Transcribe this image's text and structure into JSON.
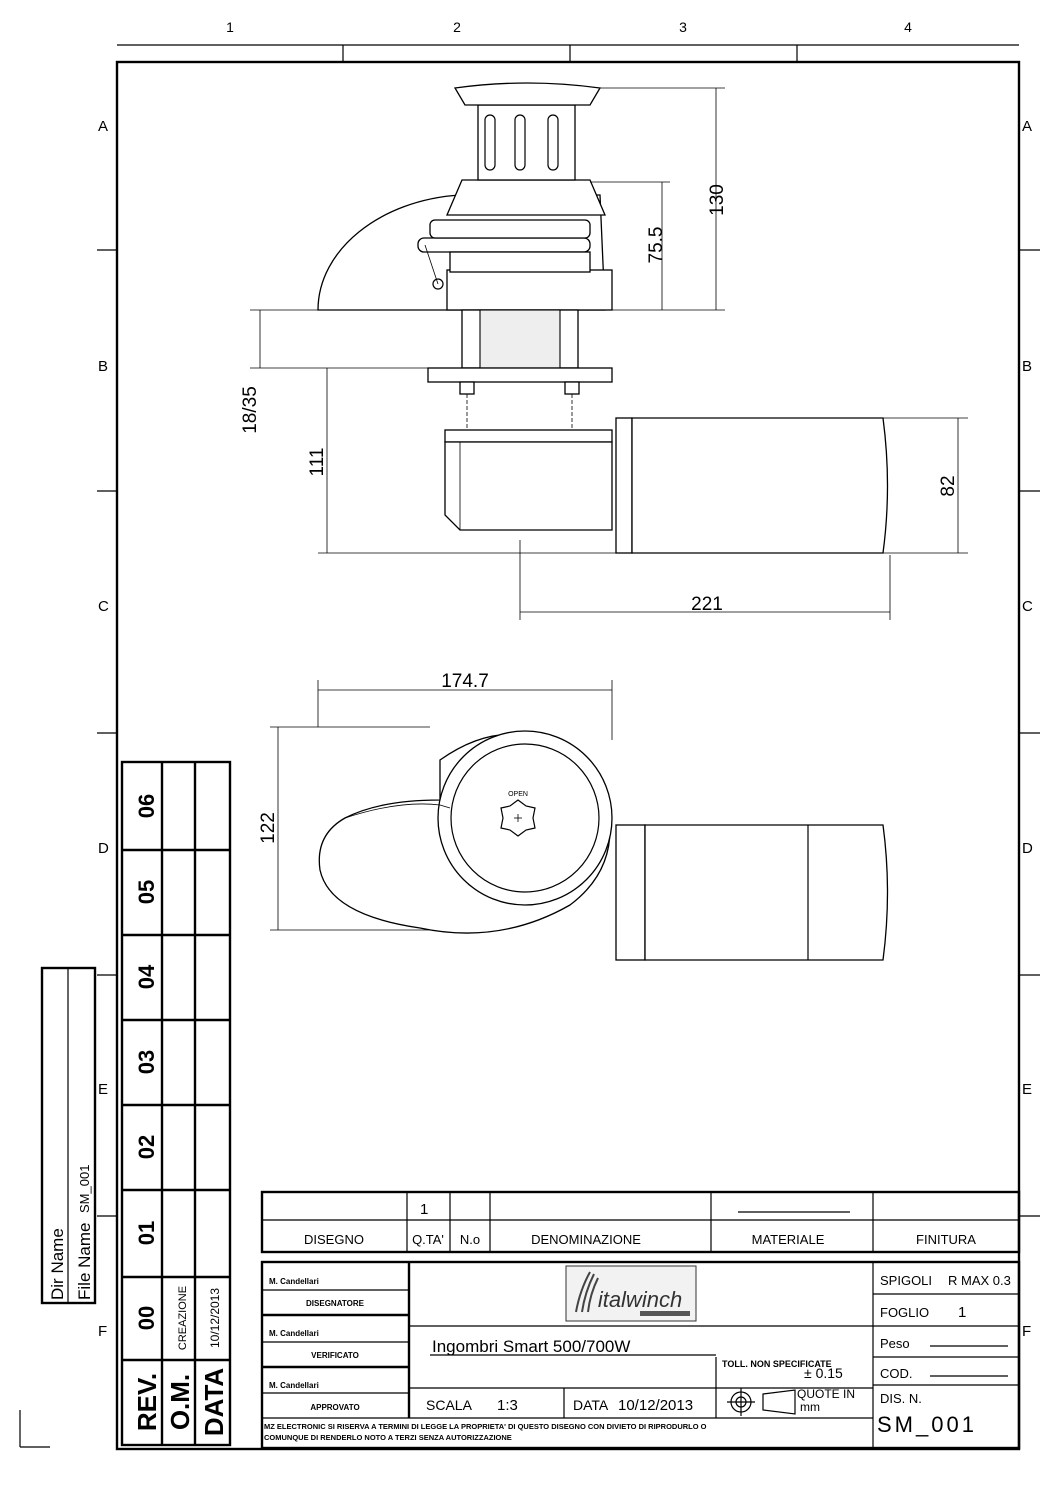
{
  "frame": {
    "columns": [
      "1",
      "2",
      "3",
      "4"
    ],
    "rows": [
      "A",
      "B",
      "C",
      "D",
      "E",
      "F"
    ]
  },
  "dimensions": {
    "height_total": "130",
    "height_upper": "75.5",
    "deck_thickness": "18/35",
    "height_lower": "111",
    "motor_diameter": "82",
    "motor_length": "221",
    "width_top": "174.7",
    "depth_top": "122"
  },
  "drawing_labels": {
    "open_marking": "OPEN"
  },
  "file_box": {
    "dir_label": "Dir Name",
    "file_label": "File Name",
    "file_value": "SM_001"
  },
  "revisions": {
    "rev_label": "REV.",
    "om_label": "O.M.",
    "date_label": "DATA",
    "rows": [
      {
        "rev": "06",
        "om": "",
        "date": ""
      },
      {
        "rev": "05",
        "om": "",
        "date": ""
      },
      {
        "rev": "04",
        "om": "",
        "date": ""
      },
      {
        "rev": "03",
        "om": "",
        "date": ""
      },
      {
        "rev": "02",
        "om": "",
        "date": ""
      },
      {
        "rev": "01",
        "om": "",
        "date": ""
      },
      {
        "rev": "00",
        "om": "CREAZIONE",
        "date": "10/12/2013"
      }
    ]
  },
  "bom": {
    "qty": "1",
    "headers": {
      "drawing": "DISEGNO",
      "qty": "Q.TA'",
      "number": "N.o",
      "name": "DENOMINAZIONE",
      "material": "MATERIALE",
      "finish": "FINITURA"
    }
  },
  "title_block": {
    "designer_name": "M. Candellari",
    "designer_role": "DISEGNATORE",
    "checker_name": "M. Candellari",
    "checker_role": "VERIFICATO",
    "approver_name": "M. Candellari",
    "approver_role": "APPROVATO",
    "logo_text": "italwinch",
    "title": "Ingombri Smart 500/700W",
    "tolerance_label": "TOLL. NON SPECIFICATE",
    "tolerance_value": "± 0.15",
    "scale_label": "SCALA",
    "scale_value": "1:3",
    "date_label": "DATA",
    "date_value": "10/12/2013",
    "units_label": "QUOTE IN",
    "units_value": "mm",
    "edges_label": "SPIGOLI",
    "edges_value": "R MAX 0.3",
    "sheet_label": "FOGLIO",
    "sheet_value": "1",
    "weight_label": "Peso",
    "code_label": "COD.",
    "drawing_no_label": "DIS. N.",
    "drawing_no_value": "SM_001",
    "copyright_line1": "MZ ELECTRONIC SI RISERVA A TERMINI DI LEGGE LA PROPRIETA' DI QUESTO DISEGNO CON DIVIETO DI RIPRODURLO O",
    "copyright_line2": "COMUNQUE DI RENDERLO NOTO A TERZI SENZA AUTORIZZAZIONE"
  }
}
